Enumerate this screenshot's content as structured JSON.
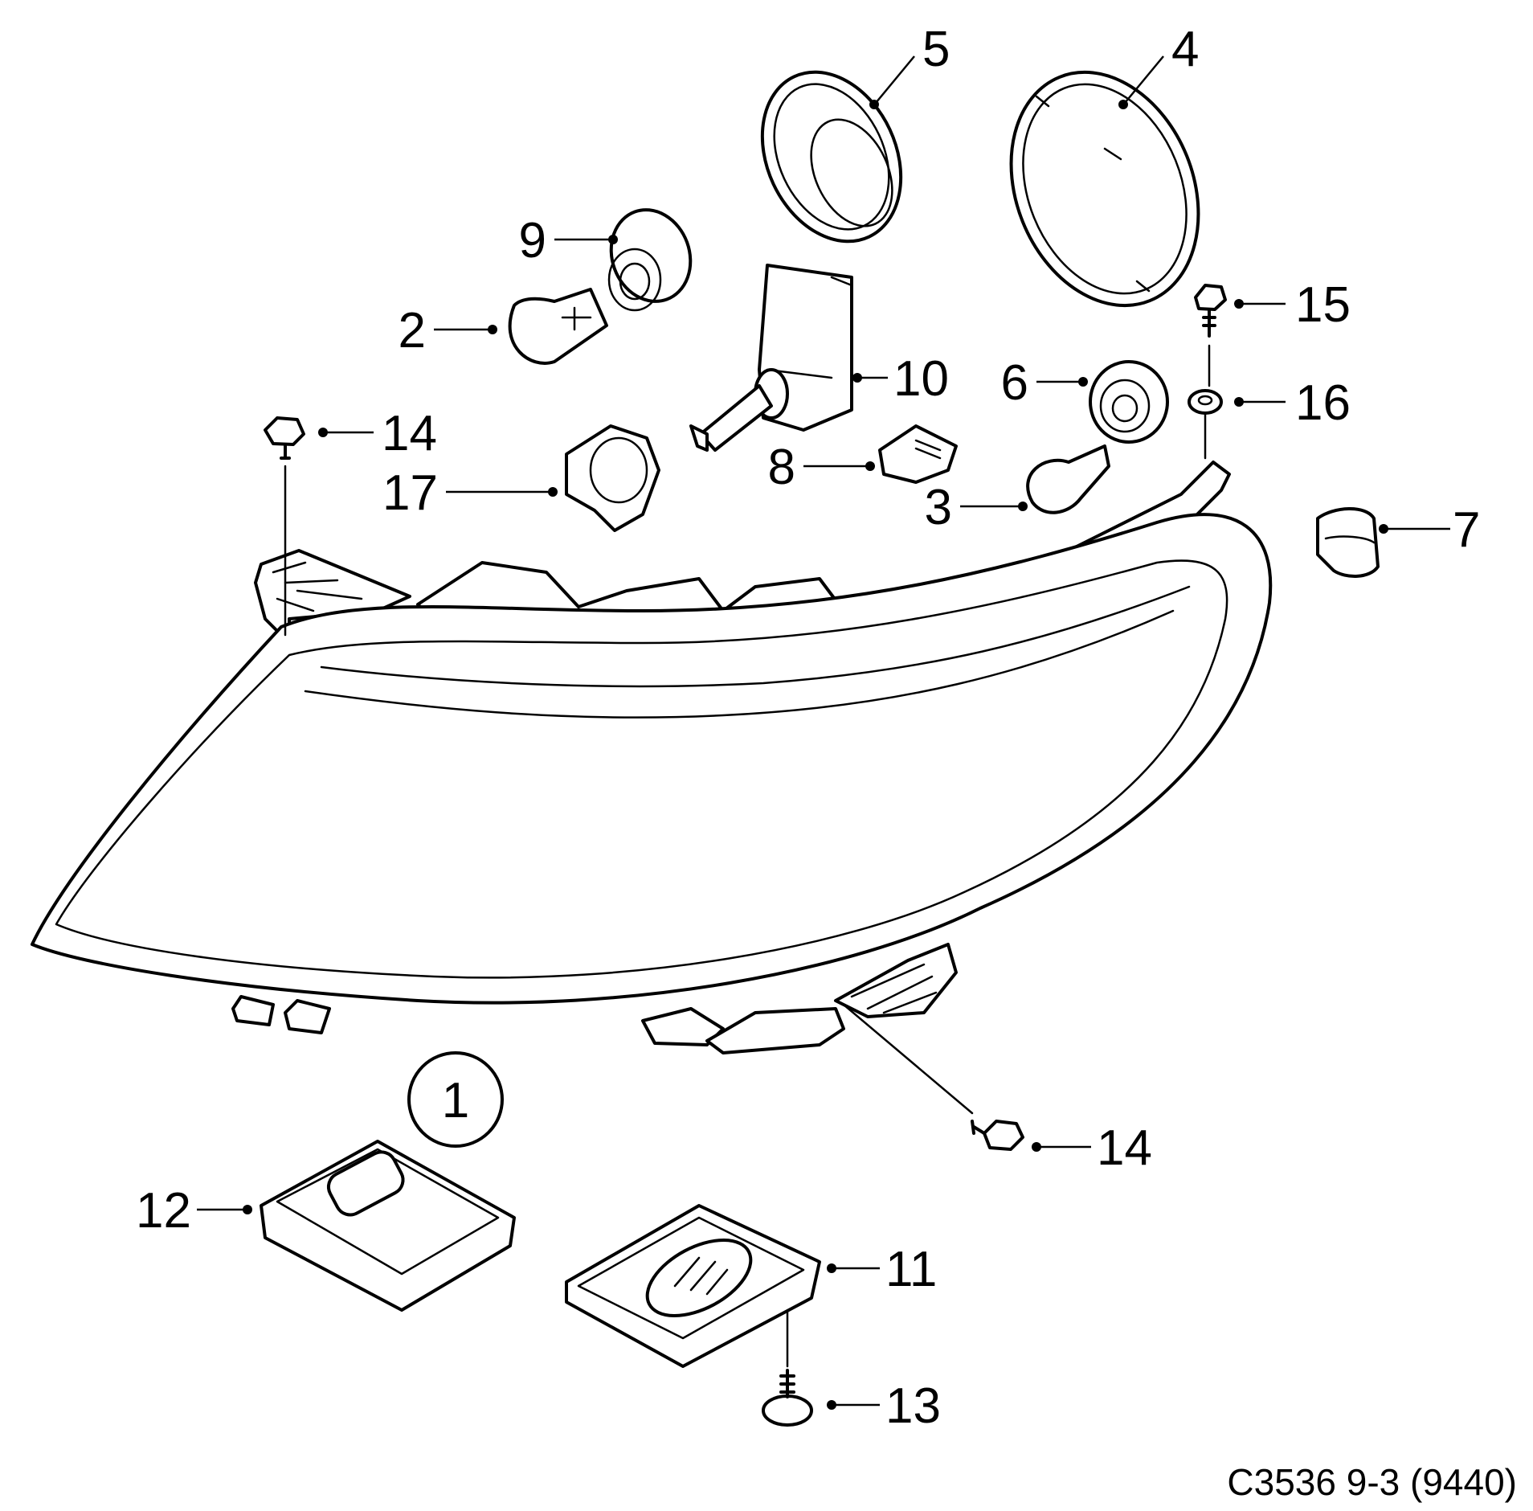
{
  "diagram": {
    "caption": "C3536 9-3 (9440)",
    "callouts": {
      "c1": "1",
      "c2": "2",
      "c3": "3",
      "c4": "4",
      "c5": "5",
      "c6": "6",
      "c7": "7",
      "c8": "8",
      "c9": "9",
      "c10": "10",
      "c11": "11",
      "c12": "12",
      "c13": "13",
      "c14a": "14",
      "c14b": "14",
      "c15": "15",
      "c16": "16",
      "c17": "17"
    }
  }
}
